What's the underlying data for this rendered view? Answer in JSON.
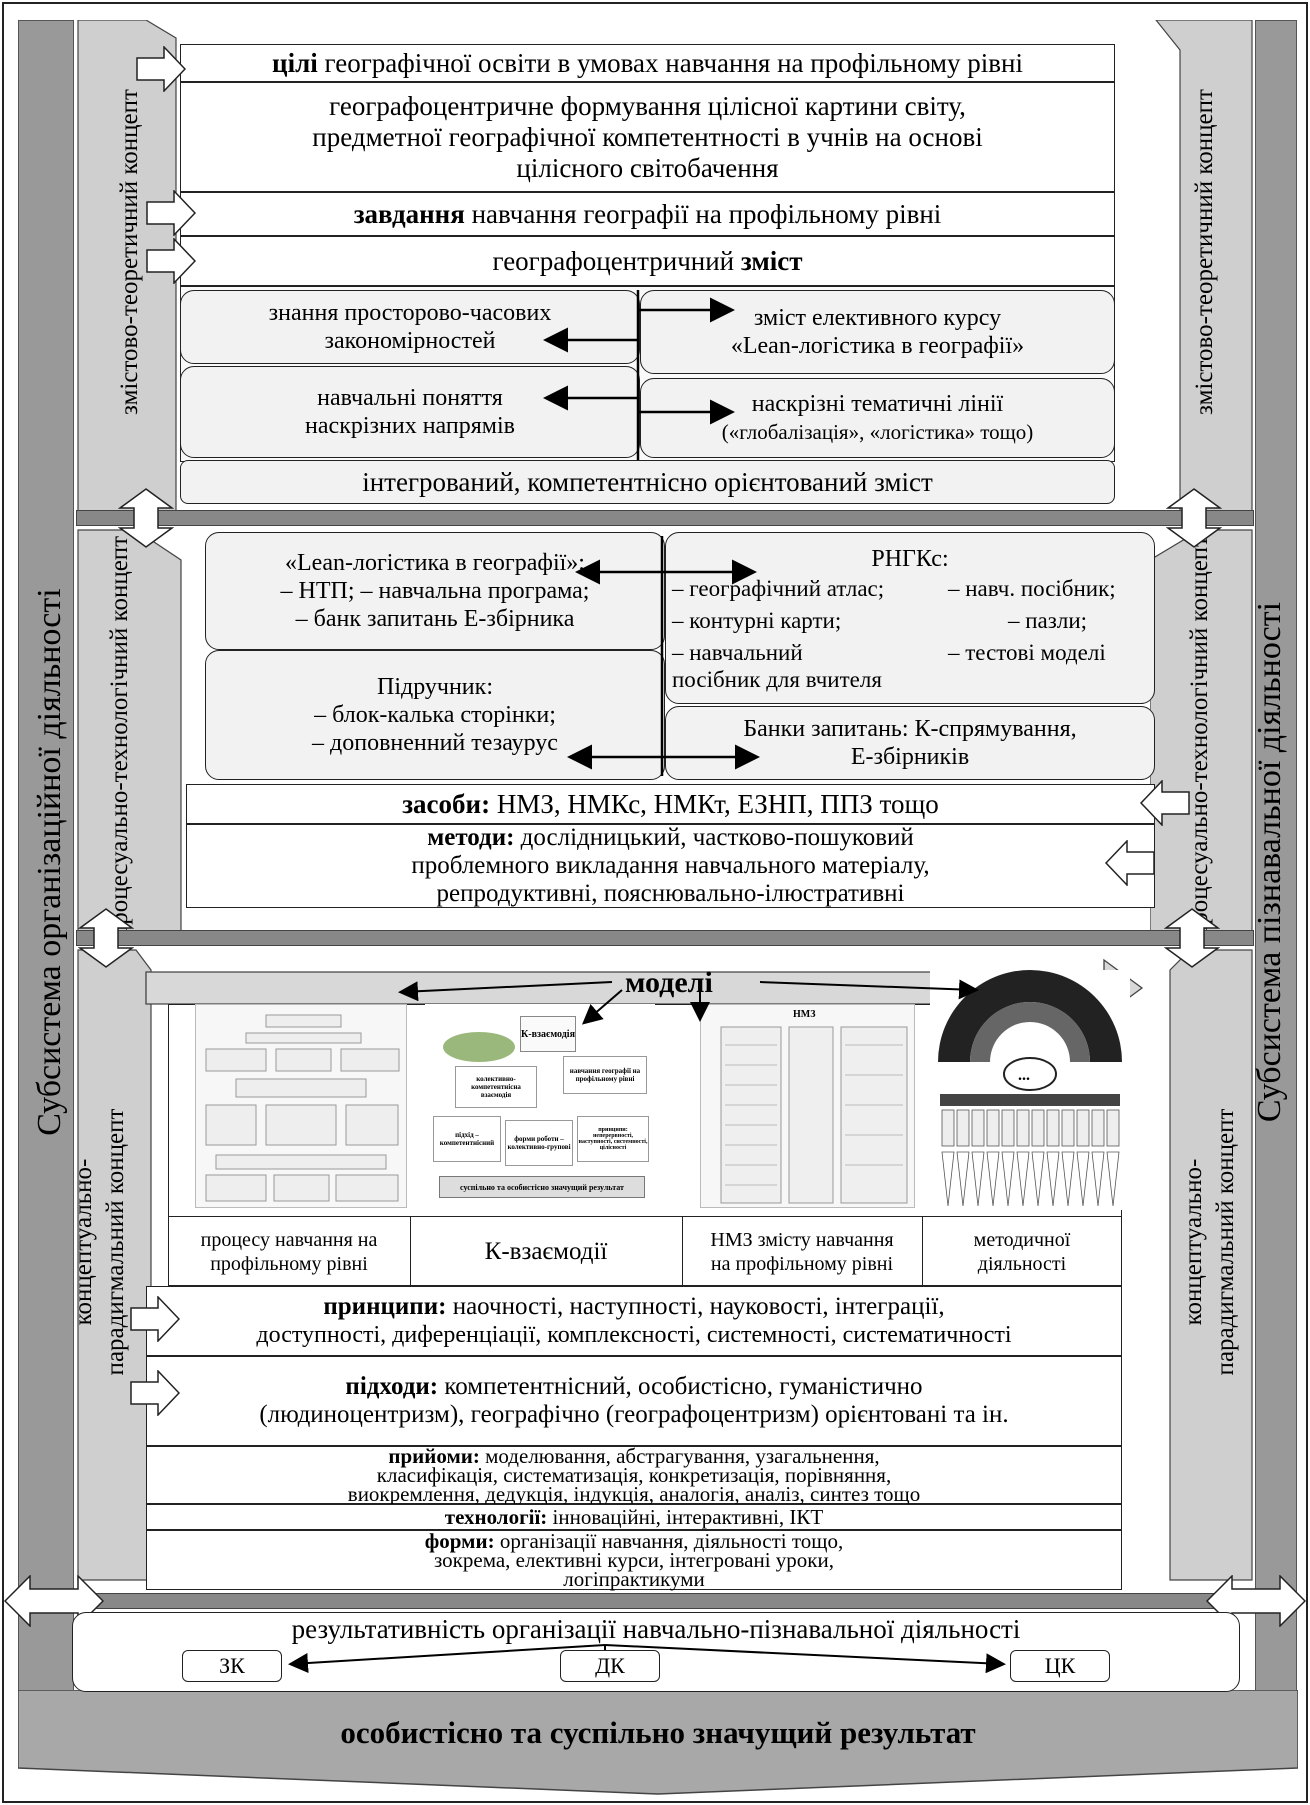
{
  "side_left_outer": "Субсистема організаційної діяльності",
  "side_right_outer": "Субсистема пізнавальної діяльності",
  "concept_theory": "змістово-теоретичний концепт",
  "concept_process": "процесуально-технологічний концепт",
  "concept_paradigm_1": "концептуально-",
  "concept_paradigm_2": "парадигмальний концепт",
  "section1": {
    "goals_bold": "цілі",
    "goals_rest": " географічної освіти в умовах навчання на профільному рівні",
    "goals_desc_1": "географоцентричне формування цілісної картини світу,",
    "goals_desc_2": "предметної географічної компетентності в учнів на основі",
    "goals_desc_3": "цілісного світобачення",
    "tasks_bold": "завдання",
    "tasks_rest": " навчання географії на профільному рівні",
    "content_pre": "географоцентричний ",
    "content_bold": "зміст",
    "knowledge_1": "знання просторово-часових",
    "knowledge_2": "закономірностей",
    "elective_1": "зміст елективного курсу",
    "elective_2": "«Lean-логістика в географії»",
    "concepts_1": "навчальні поняття",
    "concepts_2": "наскрізних напрямів",
    "lines_1": "наскрізні тематичні лінії",
    "lines_2": "(«глобалізація», «логістика» тощо)",
    "integrated": "інтегрований, компетентнісно орієнтований зміст"
  },
  "section2": {
    "lean_1": "«Lean-логістика в географії»:",
    "lean_2": "– НТП;  – навчальна програма;",
    "lean_3": "– банк запитань Е-збірника",
    "rngk_title": "РНГКс:",
    "rngk_l1": "– географічний атлас;",
    "rngk_l2": "– контурні карти;",
    "rngk_l3": "– навчальний",
    "rngk_l4": "посібник для вчителя",
    "rngk_r1": "– навч. посібник;",
    "rngk_r2": "– пазли;",
    "rngk_r3": "– тестові моделі",
    "textbook_1": "Підручник:",
    "textbook_2": "– блок-калька сторінки;",
    "textbook_3": "– доповненний тезаурус",
    "banks_1": "Банки запитань: К-спрямування,",
    "banks_2": "Е-збірників",
    "means_bold": "засоби:",
    "means_rest": " НМЗ, НМКс, НМКт, ЕЗНП, ППЗ тощо",
    "methods_bold": "методи:",
    "methods_1": " дослідницький, частково-пошуковий",
    "methods_2": "проблемного викладання навчального матеріалу,",
    "methods_3": "репродуктивні, пояснювально-ілюстративні",
    "techniques_bold": "прийоми:",
    "techniques_1": " моделювання, абстрагування, узагальнення,",
    "techniques_2": "класифікація, систематизація, конкретизація, порівняння,",
    "techniques_3": "виокремлення, дедукція, індукція, аналогія, аналіз, синтез тощо",
    "tech_bold": "технології:",
    "tech_rest": " інноваційні, інтерактивні, ІКТ",
    "forms_bold": "форми:",
    "forms_1": " організації навчання, діяльності тощо,",
    "forms_2": "зокрема, елективні курси, інтегровані уроки,",
    "forms_3": "логіпрактикуми"
  },
  "section3": {
    "models": "моделі",
    "model1_1": "процесу навчання на",
    "model1_2": "профільному рівні",
    "model2": "К-взаємодії",
    "model3_1": "НМЗ змісту навчання",
    "model3_2": "на профільному рівні",
    "model4_1": "методичної",
    "model4_2": "діяльності",
    "thumb2_top": "К-взаємодія",
    "thumb2_left": "колективно-компетентнісна взаємодія",
    "thumb2_right": "навчання географії на профільному рівні",
    "thumb2_b1": "підхід – компетентнісний",
    "thumb2_b2": "форми роботи – колективно-групові",
    "thumb2_b3": "принципи: неперервності, наступності, системності, цілісності",
    "thumb2_bottom": "суспільно та особистісно значущий результат",
    "thumb3_title": "НМЗ",
    "principles_bold": "принципи:",
    "principles_1": " наочності, наступності, науковості, інтеграції,",
    "principles_2": "доступності, диференціації, комплексності, системності, систематичності",
    "approaches_bold": "підходи:",
    "approaches_1": " компетентнісний, особистісно, гуманістично",
    "approaches_2": "(людиноцентризм), географічно (географоцентризм) орієнтовані та ін."
  },
  "result_title": "результативність організації навчально-пізнавальної діяльності",
  "zk": "ЗК",
  "dk": "ДК",
  "tsk": "ЦК",
  "final_result": "особистісно та суспільно значущий результат"
}
